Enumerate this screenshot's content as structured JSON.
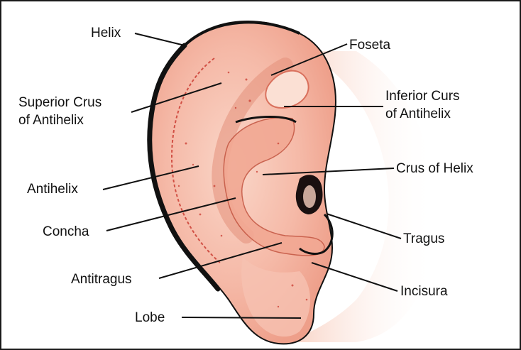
{
  "labels": {
    "helix": "Helix",
    "superior_crus": [
      "Superior Crus",
      "of Antihelix"
    ],
    "antihelix": "Antihelix",
    "concha": "Concha",
    "antitragus": "Antitragus",
    "lobe": "Lobe",
    "foseta": "Foseta",
    "inferior_crus": [
      "Inferior Curs",
      "of Antihelix"
    ],
    "crus_of_helix": "Crus of Helix",
    "tragus": "Tragus",
    "incisura": "Incisura"
  },
  "colors": {
    "skin": "#f4b3a2",
    "skin_light": "#f9d2c4",
    "skin_shadow": "#e99b86",
    "freckle": "#c8342a",
    "outline": "#111111",
    "canal": "#1a1010"
  }
}
